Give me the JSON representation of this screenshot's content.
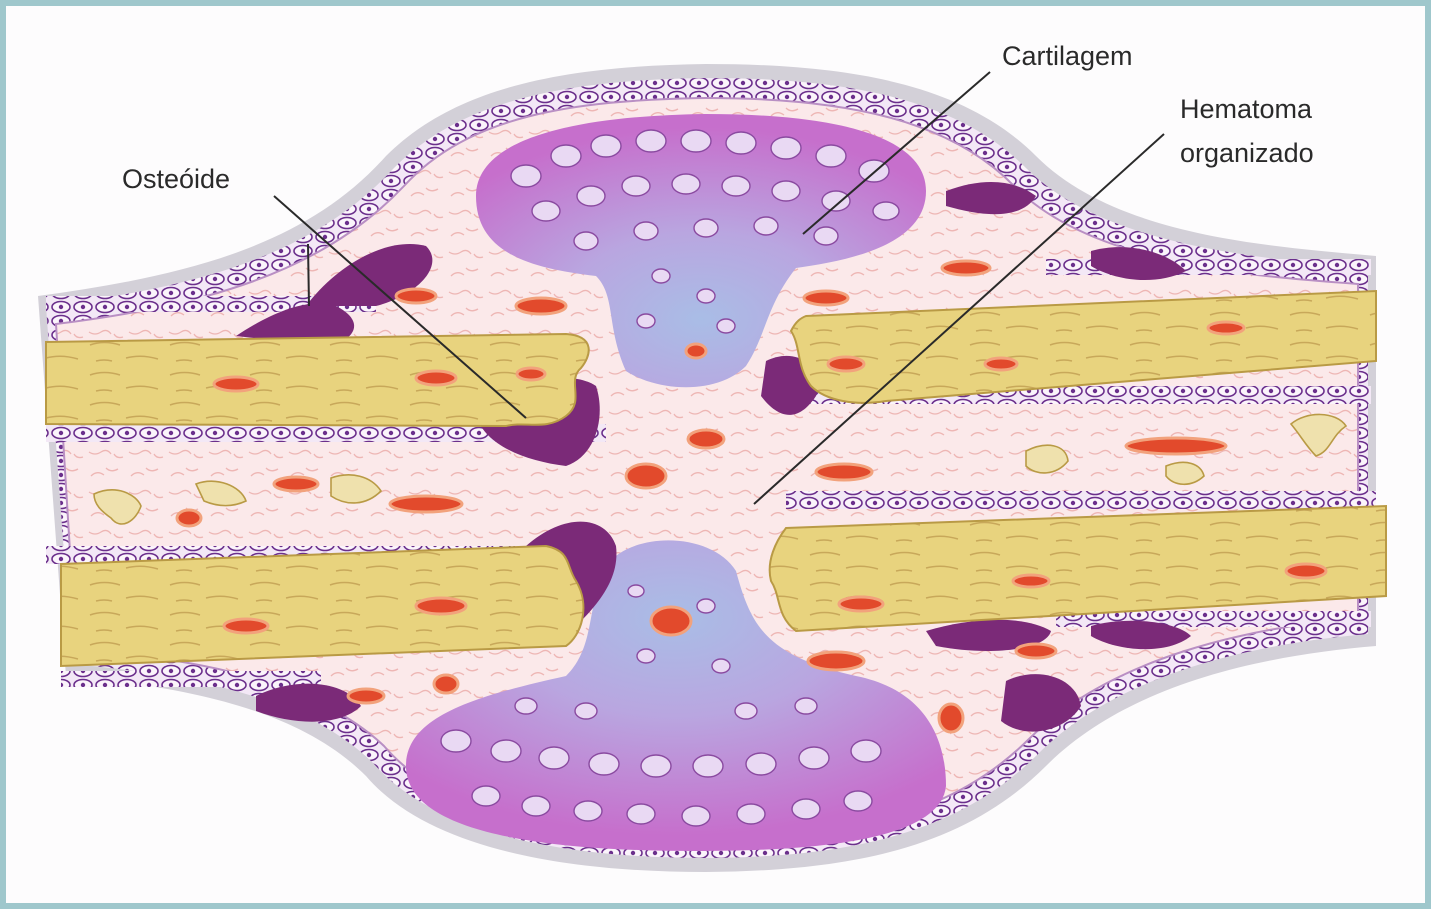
{
  "labels": {
    "osteoide": "Osteóide",
    "cartilagem": "Cartilagem",
    "hematoma_line1": "Hematoma",
    "hematoma_line2": "organizado"
  },
  "colors": {
    "background": "#fdfcfd",
    "frame": "#9fc7cc",
    "periosteum": "#c9c5cf",
    "cell_layer": "#6b2f8c",
    "bone": "#e8d37e",
    "bone_edge": "#b99a45",
    "osteoid": "#7b2a78",
    "cartilage": "#c77ad0",
    "cartilage_blue": "#9fb3e3",
    "hematoma": "#f7dcdc",
    "blood": "#e24a2c",
    "marrow_fragment": "#efe1ad"
  }
}
